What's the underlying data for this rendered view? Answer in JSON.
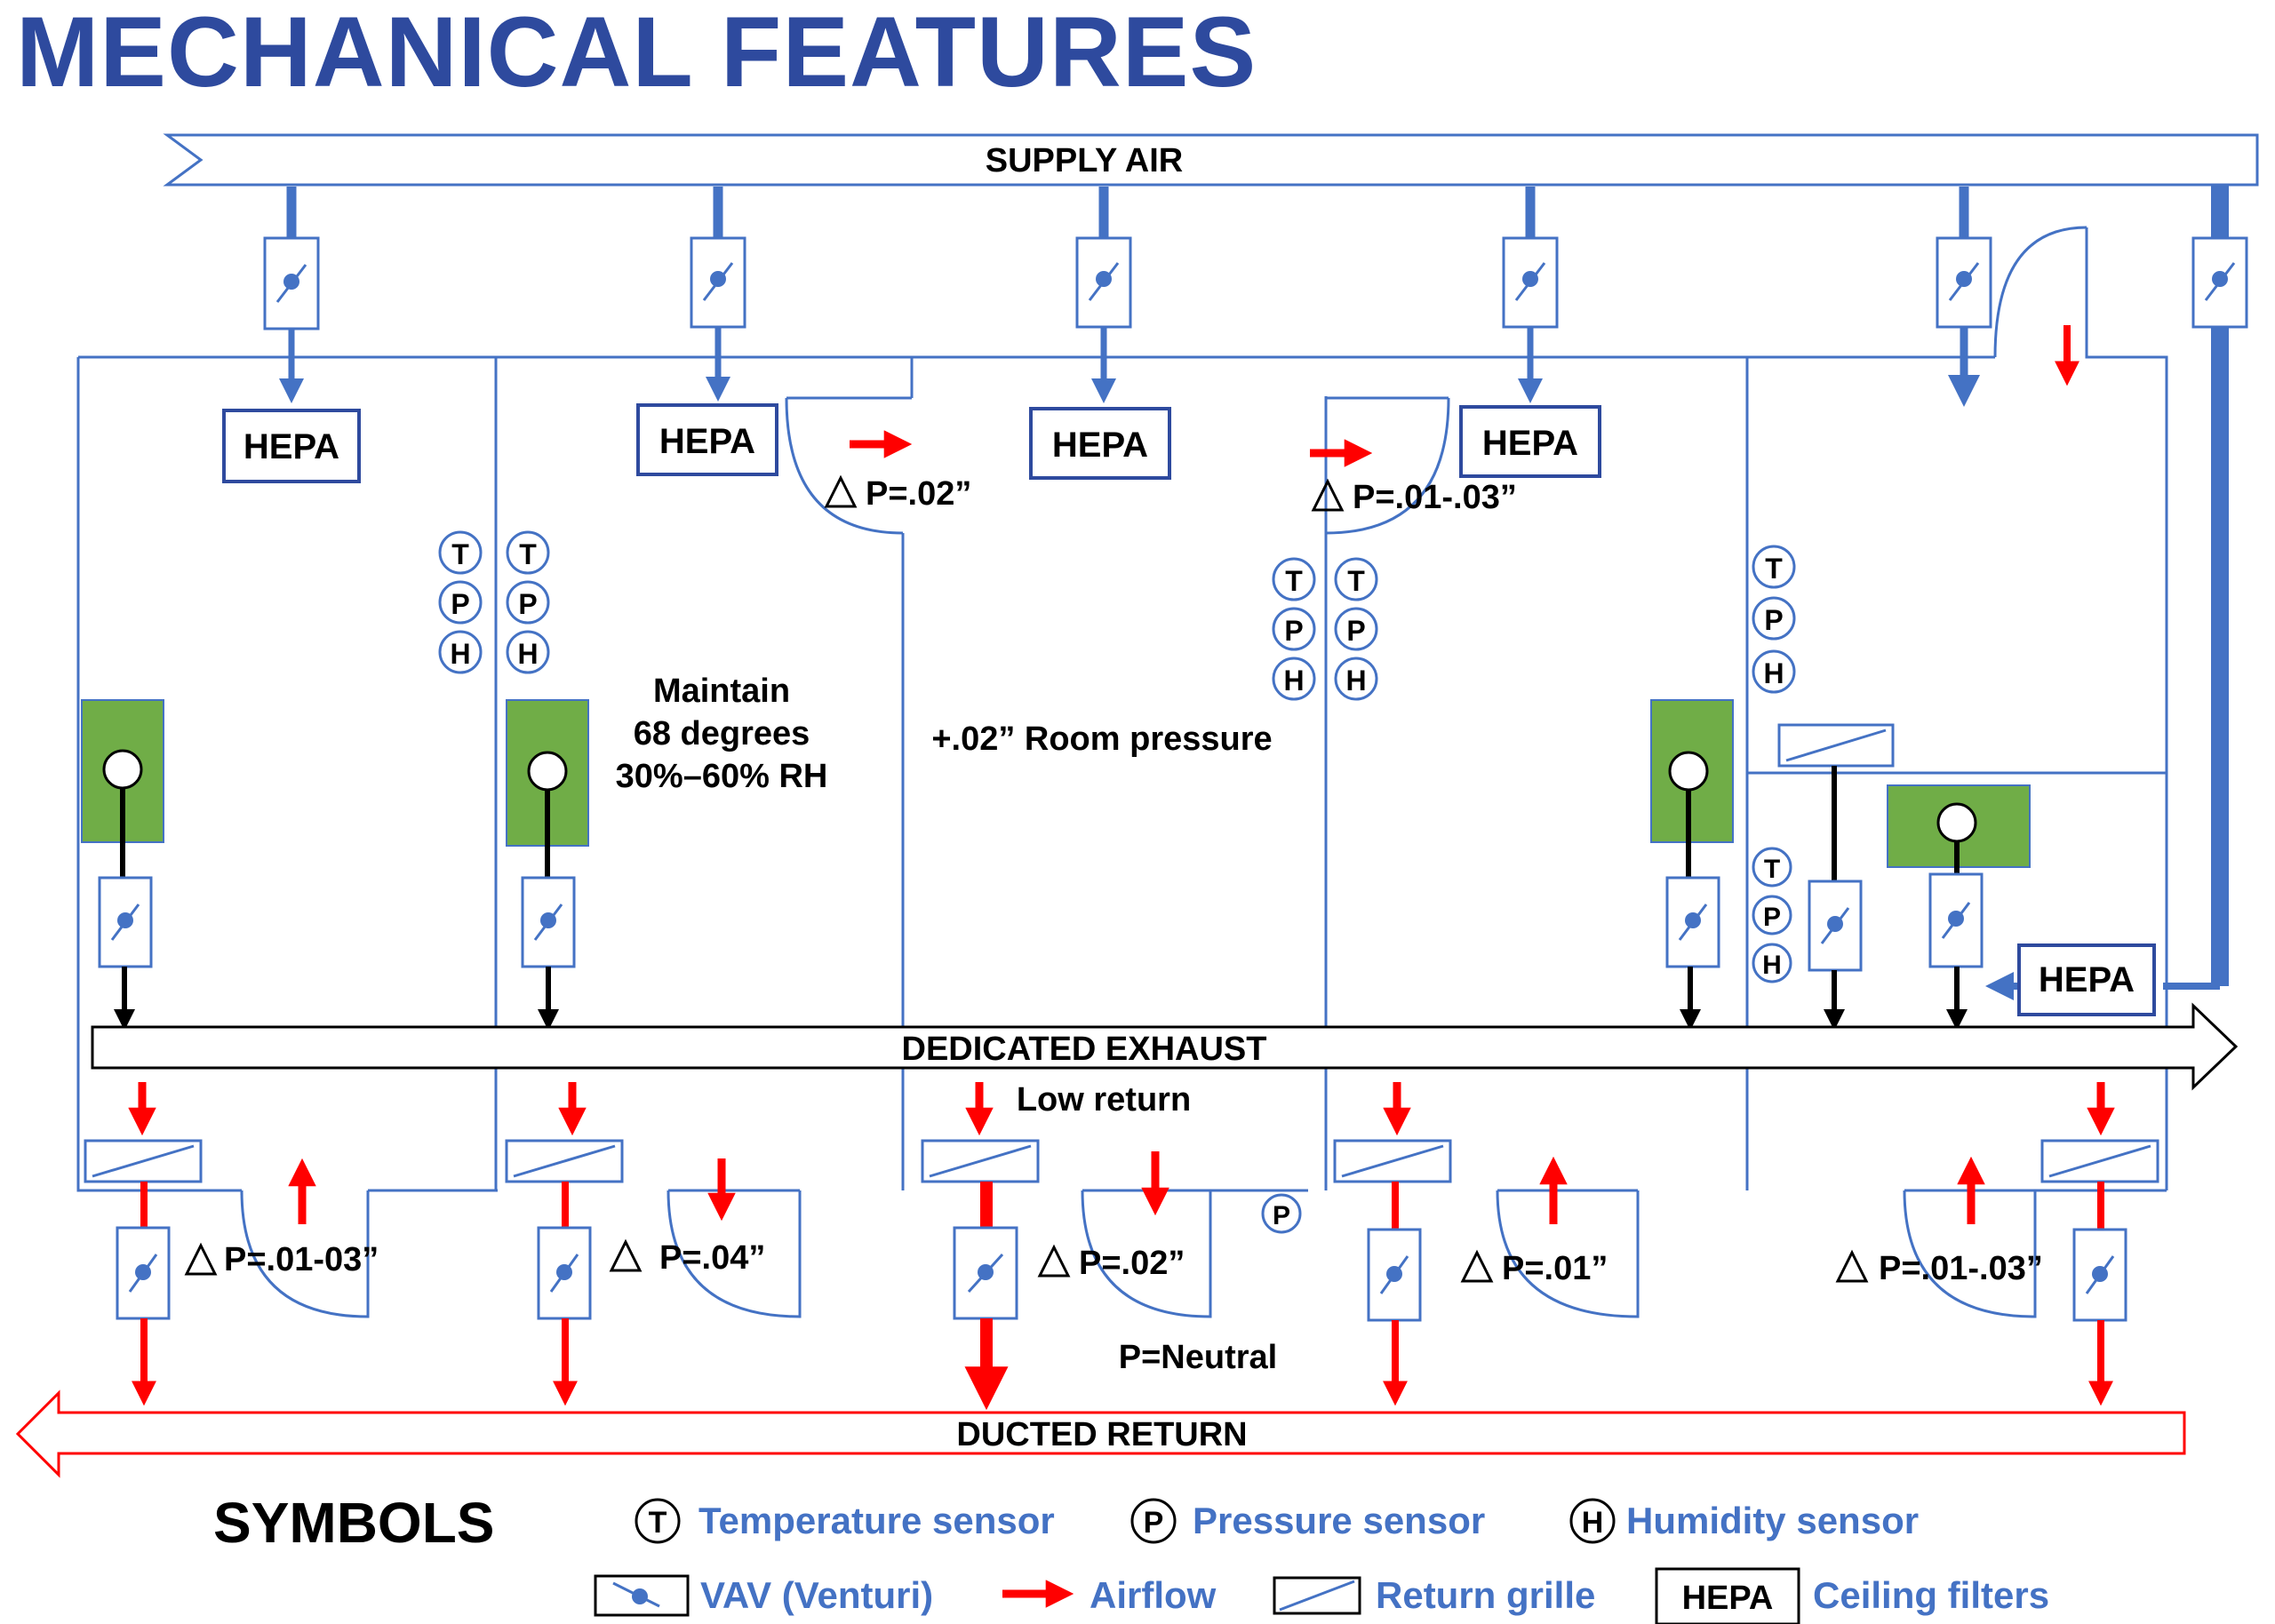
{
  "title": "MECHANICAL FEATURES",
  "ducts": {
    "supply": "SUPPLY AIR",
    "exhaust": "DEDICATED  EXHAUST",
    "return": "DUCTED  RETURN"
  },
  "filters": {
    "hepa": "HEPA"
  },
  "sensors": {
    "t": "T",
    "p": "P",
    "h": "H"
  },
  "annotations": {
    "maintain": [
      "Maintain",
      "68 degrees",
      "30%–60% RH"
    ],
    "room_pressure": "+.02” Room pressure",
    "low_return": "Low return",
    "p_neutral": "P=Neutral"
  },
  "pressure_labels": {
    "upper_door_1": "P=.02”",
    "upper_door_2": "P=.01-.03”",
    "lower_door_1": "P=.01-03”",
    "lower_door_2": "P=.04”",
    "lower_door_3": "P=.02”",
    "lower_door_4": "P=.01”",
    "lower_door_5": "P=.01-.03”"
  },
  "legend": {
    "heading": "SYMBOLS",
    "temperature": "Temperature sensor",
    "pressure": "Pressure sensor",
    "humidity": "Humidity sensor",
    "vav": "VAV (Venturi)",
    "airflow": "Airflow",
    "grille": "Return grille",
    "ceiling": "Ceiling filters"
  },
  "colors": {
    "title": "#2e4a9e",
    "duct_blue": "#4472c4",
    "airflow_red": "#ff0000",
    "equipment_green": "#70ad47",
    "exhaust_line": "#000000"
  }
}
